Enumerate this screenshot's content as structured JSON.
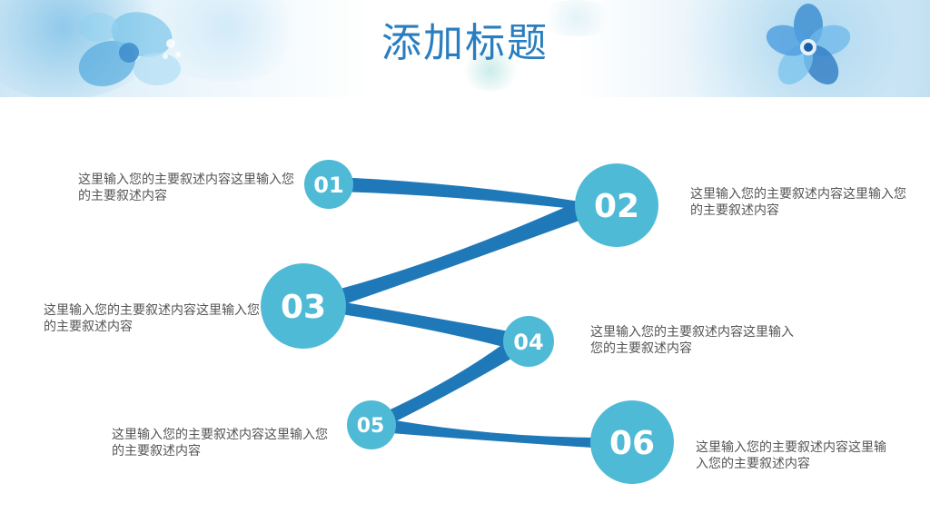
{
  "slide": {
    "title": "添加标题"
  },
  "colors": {
    "title": "#2a7ec0",
    "connector": "#1f79b8",
    "node": "#4fbad6",
    "text": "#555555"
  },
  "decor": {
    "left_flower": "watercolor-flower-icon",
    "right_flower": "watercolor-flower-icon"
  },
  "steps": [
    {
      "number": "01",
      "text": "这里输入您的主要叙述内容这里输入您的主要叙述内容"
    },
    {
      "number": "02",
      "text": "这里输入您的主要叙述内容这里输入您的主要叙述内容"
    },
    {
      "number": "03",
      "text": "这里输入您的主要叙述内容这里输入您的主要叙述内容"
    },
    {
      "number": "04",
      "text": "这里输入您的主要叙述内容这里输入您的主要叙述内容"
    },
    {
      "number": "05",
      "text": "这里输入您的主要叙述内容这里输入您的主要叙述内容"
    },
    {
      "number": "06",
      "text": "这里输入您的主要叙述内容这里输入您的主要叙述内容"
    }
  ]
}
